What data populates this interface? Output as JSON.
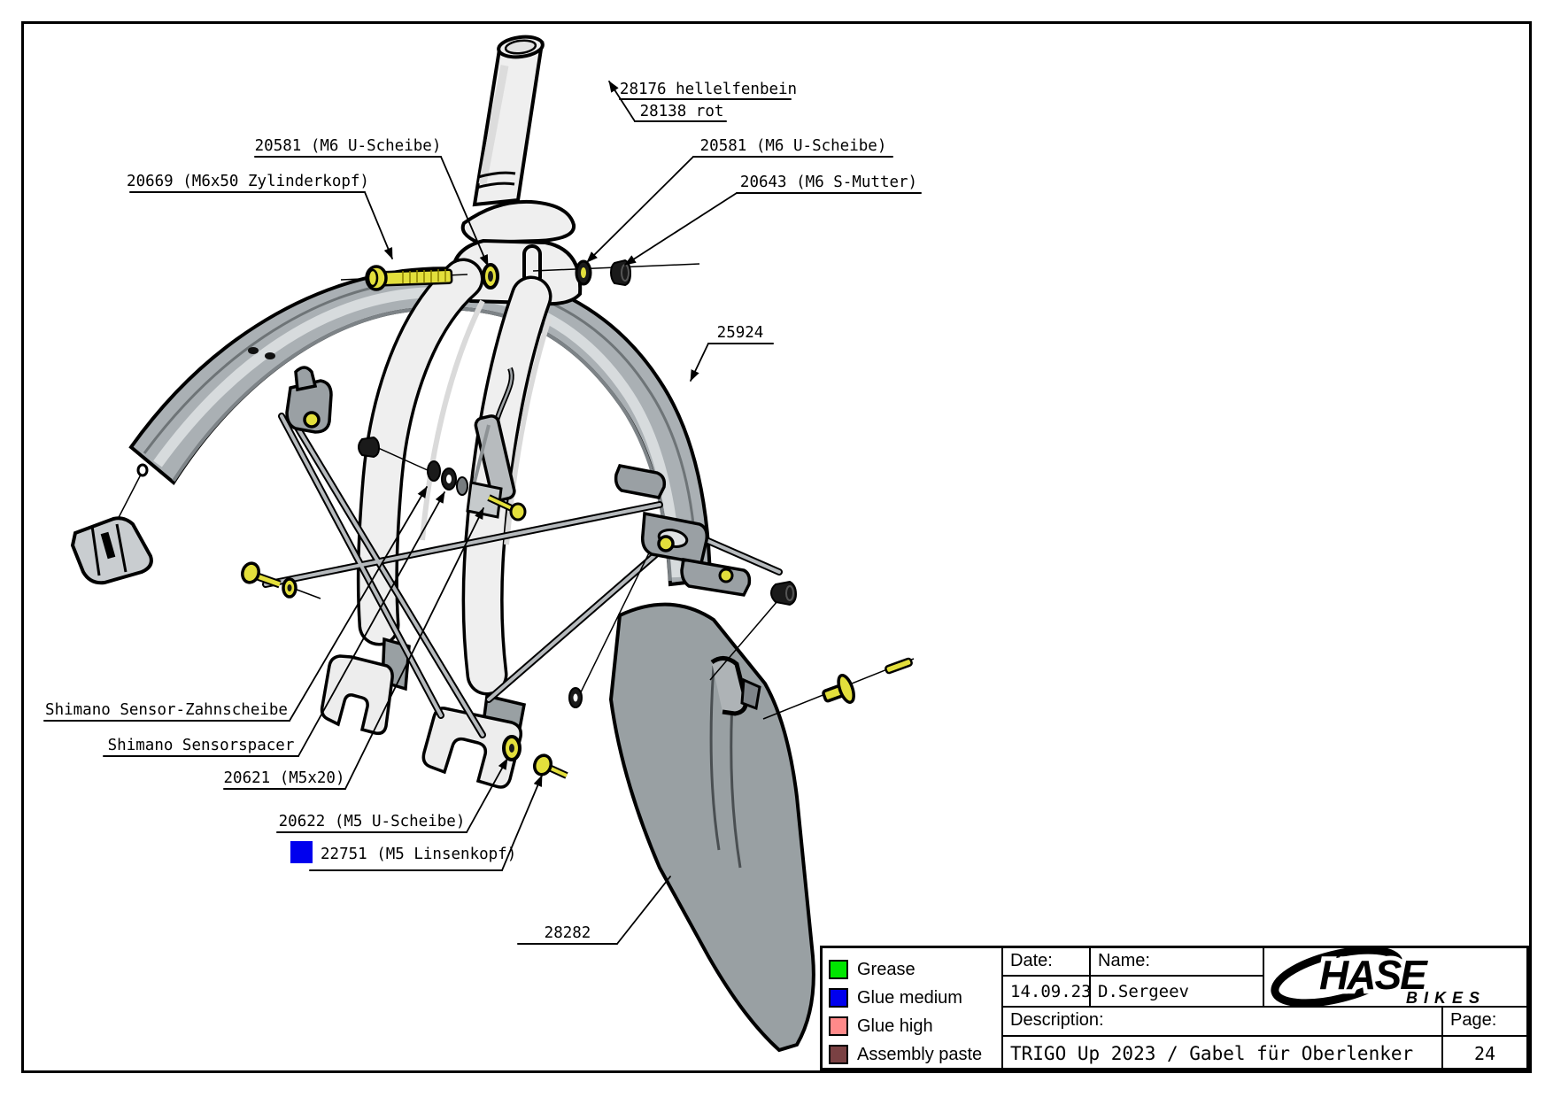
{
  "labels": {
    "l28176": "28176 hellelfenbein",
    "l28138": "28138 rot",
    "l20581_left": "20581 (M6 U-Scheibe)",
    "l20669": "20669 (M6x50 Zylinderkopf)",
    "l20581_right": "20581 (M6 U-Scheibe)",
    "l20643": "20643 (M6 S-Mutter)",
    "l25924": "25924",
    "lzahnscheibe": "Shimano Sensor-Zahnscheibe",
    "lsensorspacer": "Shimano Sensorspacer",
    "l20621": "20621 (M5x20)",
    "l20622": "20622 (M5 U-Scheibe)",
    "l22751": "22751 (M5 Linsenkopf)",
    "l28282": "28282",
    "l22751_marker_color": "#0000ee"
  },
  "legend": {
    "items": [
      {
        "label": "Grease",
        "color": "#00e600"
      },
      {
        "label": "Glue medium",
        "color": "#0000ee"
      },
      {
        "label": "Glue high",
        "color": "#ff8a8a"
      },
      {
        "label": "Assembly paste",
        "color": "#7a4143"
      }
    ]
  },
  "titleblock": {
    "date_label": "Date:",
    "date_value": "14.09.23",
    "name_label": "Name:",
    "name_value": "D.Sergeev",
    "description_label": "Description:",
    "description_value": "TRIGO Up 2023 / Gabel für Oberlenker",
    "page_label": "Page:",
    "page_value": "24",
    "brand_line1": "HASE",
    "brand_line2": "BIKES"
  }
}
